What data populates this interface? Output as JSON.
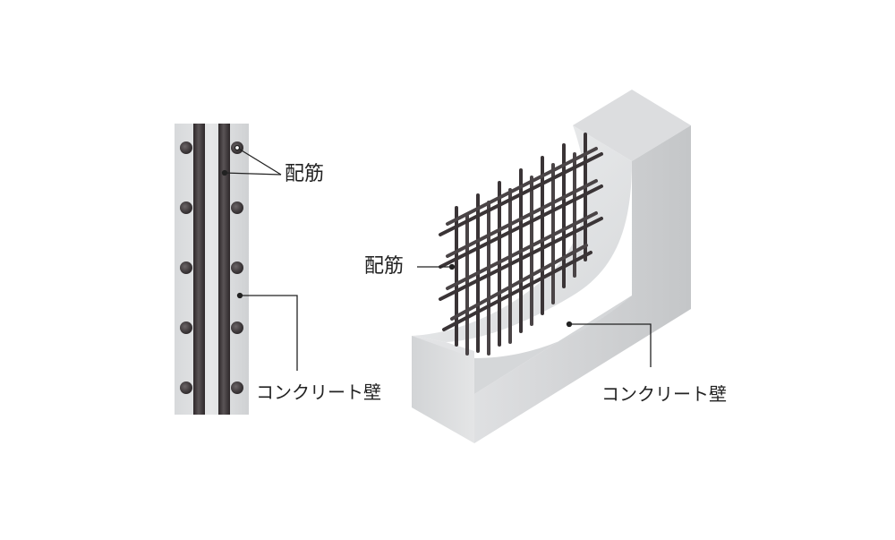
{
  "labels": {
    "section_rebar": "配筋",
    "section_concrete": "コンクリート壁",
    "iso_rebar": "配筋",
    "iso_concrete": "コンクリート壁"
  },
  "colors": {
    "concrete_light": "#dcdee0",
    "concrete_mid": "#c9cbcd",
    "concrete_dark": "#b3b5b8",
    "rebar": "#3a3436",
    "leader": "#222222"
  }
}
